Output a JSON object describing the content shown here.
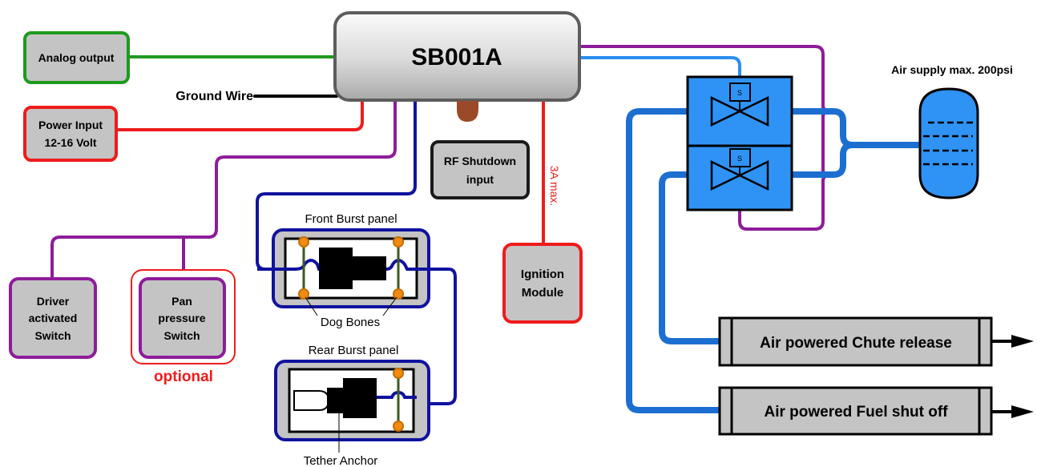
{
  "controller": {
    "label": "SB001A"
  },
  "inputs": {
    "analog_output": "Analog output",
    "ground_wire": "Ground Wire",
    "power_line1": "Power Input",
    "power_line2": "12-16 Volt",
    "rf_line1": "RF Shutdown",
    "rf_line2": "input"
  },
  "switches": {
    "driver_line1": "Driver",
    "driver_line2": "activated",
    "driver_line3": "Switch",
    "pan_line1": "Pan",
    "pan_line2": "pressure",
    "pan_line3": "Switch",
    "optional_label": "optional"
  },
  "burst_panels": {
    "front_label": "Front Burst panel",
    "rear_label": "Rear Burst panel",
    "dog_bones_label": "Dog Bones",
    "tether_anchor_label": "Tether Anchor"
  },
  "ignition": {
    "current_label": "3A max.",
    "line1": "Ignition",
    "line2": "Module"
  },
  "pneumatics": {
    "air_supply_label": "Air supply max. 200psi",
    "solenoid_label": "S",
    "chute_release": "Air powered Chute release",
    "fuel_shutoff": "Air powered Fuel shut off"
  },
  "colors": {
    "green": "#1f9a1f",
    "red": "#ee1c1c",
    "purple": "#8e1c9a",
    "navy": "#10129e",
    "blue": "#1c6fd1",
    "light_blue": "#2b8ef0",
    "valve_fill": "#2f93f5",
    "box_gray": "#c4c4c4",
    "brown": "#9a4a28",
    "orange": "#f08c14"
  }
}
